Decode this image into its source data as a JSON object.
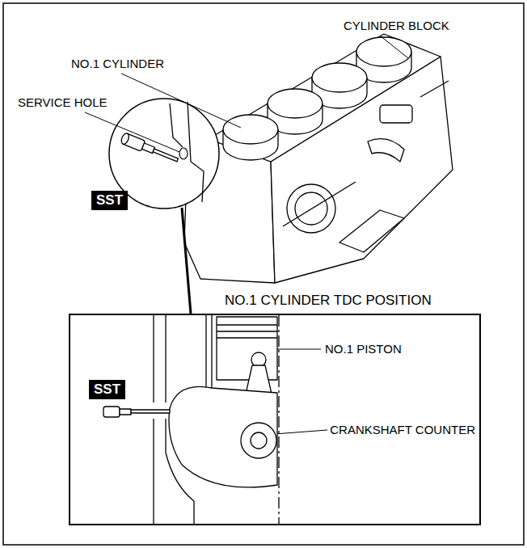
{
  "diagram": {
    "nodes": [
      {
        "text": [
          "SST"
        ]
      },
      {
        "text": [
          "NO.1 CYLINDER TDC POSITION"
        ]
      },
      {
        "text": [
          "SST"
        ],
        "in": 1
      }
    ],
    "labels": [
      "CYLINDER BLOCK",
      "NO.1 CYLINDER",
      "SERVICE HOLE",
      "NO.1 PISTON",
      "CRANKSHAFT COUNTER"
    ]
  }
}
